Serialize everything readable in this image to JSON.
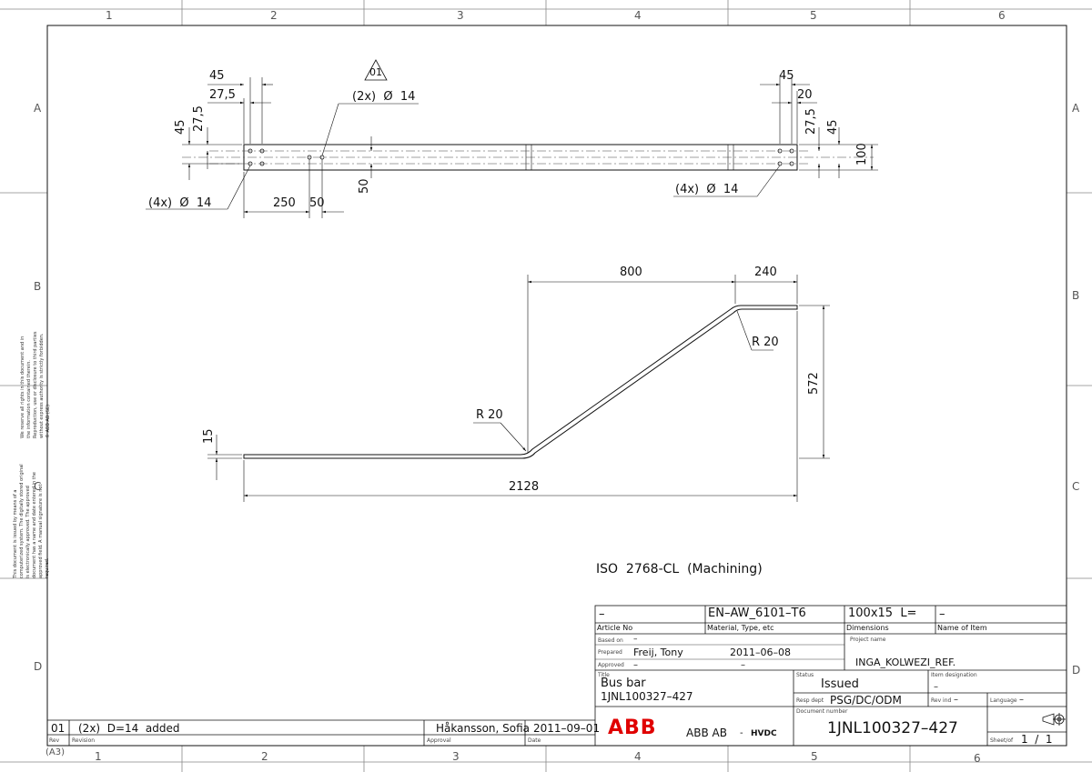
{
  "zones": {
    "columns": [
      "1",
      "2",
      "3",
      "4",
      "5",
      "6"
    ],
    "rows": [
      "A",
      "B",
      "C",
      "D"
    ]
  },
  "top_view": {
    "revision_marker": "01",
    "dims": {
      "d45_left": "45",
      "d27_5_left": "27,5",
      "d45_vertical_left": "45",
      "d27_5_vertical_left": "27,5",
      "hole_center": "(2x)  Ø  14",
      "d50_vertical": "50",
      "d250": "250",
      "d50": "50",
      "holes_left": "(4x)  Ø  14",
      "d45_right": "45",
      "d20_right": "20",
      "d27_5_vertical_right": "27,5",
      "d45_vertical_right": "45",
      "d100": "100",
      "holes_right": "(4x)  Ø  14"
    }
  },
  "side_view": {
    "dims": {
      "d800": "800",
      "d240": "240",
      "r20_top": "R 20",
      "d572": "572",
      "r20_bottom": "R 20",
      "d15": "15",
      "d2128": "2128"
    }
  },
  "tolerance_note": "ISO  2768-CL  (Machining)",
  "side_notes": {
    "note1": "We reserve all rights in this document and in the information contained therein. Reproduction, use or disclosure to third parties without express authority is strictly forbidden.  © ABB AB  (SE)",
    "note2": "This document is issued by means of a computerized system. The digitally stored original is electronically approved. The approved document has a name and date entered in the approved field. A manual signature is not required."
  },
  "title_block": {
    "article_no": "–",
    "article_no_label": "Article No",
    "material": "EN–AW_6101–T6",
    "material_label": "Material, Type, etc",
    "dimensions": "100x15  L=",
    "dimensions_label": "Dimensions",
    "name_of_item": "–",
    "name_of_item_label": "Name of Item",
    "based_on_label": "Based on",
    "based_on": "–",
    "prepared_label": "Prepared",
    "prepared": "Freij, Tony",
    "prepared_date": "2011–06–08",
    "approved_label": "Approved",
    "approved": "–",
    "approved_date": "–",
    "project_name_label": "Project name",
    "project_name": "INGA_KOLWEZI_REF.",
    "title_label": "Title",
    "title_line1": "Bus bar",
    "title_line2": "1JNL100327–427",
    "status_label": "Status",
    "status": "Issued",
    "item_designation_label": "Item designation",
    "item_designation": "–",
    "resp_dept_label": "Resp dept",
    "resp_dept": "PSG/DC/ODM",
    "rev_ind_label": "Rev ind",
    "rev_ind": "–",
    "language_label": "Language",
    "language": "–",
    "document_number_label": "Document number",
    "document_number": "1JNL100327–427",
    "company": "ABB AB",
    "division": "HVDC",
    "logo": "ABB",
    "sheet_label": "Sheet/of",
    "sheet": "1  /  1"
  },
  "revision_block": {
    "rev": "01",
    "rev_label": "Rev",
    "revision": "(2x)  D=14  added",
    "revision_label": "Revision",
    "approved_by": "Håkansson, Sofia",
    "approved_label": "Approval",
    "date": "2011–09–01",
    "date_label": "Date"
  },
  "sheet_size": "(A3)"
}
